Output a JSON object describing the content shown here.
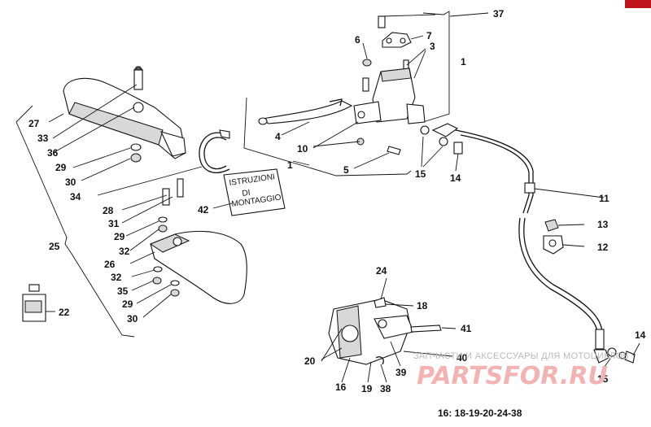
{
  "labels": {
    "p37": "37",
    "p7": "7",
    "p6": "6",
    "p3": "3",
    "p1a": "1",
    "p1b": "1",
    "p27": "27",
    "p33": "33",
    "p36": "36",
    "p29a": "29",
    "p30a": "30",
    "p4": "4",
    "p10": "10",
    "p5": "5",
    "p15a": "15",
    "p14a": "14",
    "p34": "34",
    "p28": "28",
    "p31": "31",
    "p29b": "29",
    "p32a": "32",
    "p26": "26",
    "p25": "25",
    "p32b": "32",
    "p35": "35",
    "p29c": "29",
    "p30b": "30",
    "p42": "42",
    "p11": "11",
    "p13": "13",
    "p12": "12",
    "p22": "22",
    "p24": "24",
    "p18": "18",
    "p41": "41",
    "p20": "20",
    "p40": "40",
    "p16": "16",
    "p19": "19",
    "p38": "38",
    "p39": "39",
    "p14b": "14",
    "p15b": "15"
  },
  "note": {
    "line1": "ISTRUZIONI",
    "line2": "DI",
    "line3": "MONTAGGIO"
  },
  "footer": {
    "reference": "16: 18-19-20-24-38"
  },
  "watermark": {
    "text": "ЗАПЧАСТИ И АКСЕССУАРЫ ДЛЯ МОТОЦИКЛОВ",
    "logo": "PARTSFOR.RU"
  },
  "colors": {
    "ink": "#111111",
    "watermark_logo": "#f4b3b3",
    "watermark_text": "#b9b9b9",
    "corner_mark": "#c0141b"
  }
}
